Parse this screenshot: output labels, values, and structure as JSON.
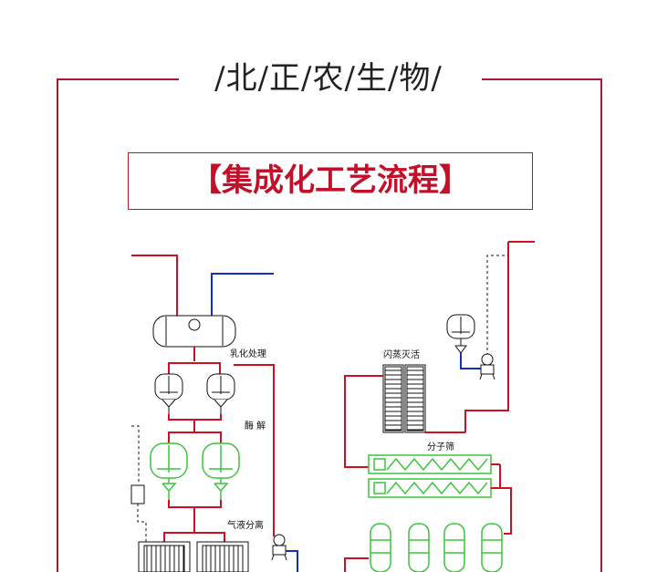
{
  "header": {
    "brand": "/北/正/农/生/物/",
    "title": "【集成化工艺流程】"
  },
  "diagram": {
    "labels": {
      "emulsify": "乳化处理",
      "enzymolysis": "酶 解",
      "gas_liquid": "气液分离",
      "flash_sterilize": "闪蒸灭活",
      "molecular_sieve": "分子筛"
    },
    "colors": {
      "frame": "#b0162c",
      "pipe_red": "#d01020",
      "pipe_blue": "#1030c0",
      "vessel_green": "#3cc43c",
      "equipment": "#111111"
    }
  }
}
